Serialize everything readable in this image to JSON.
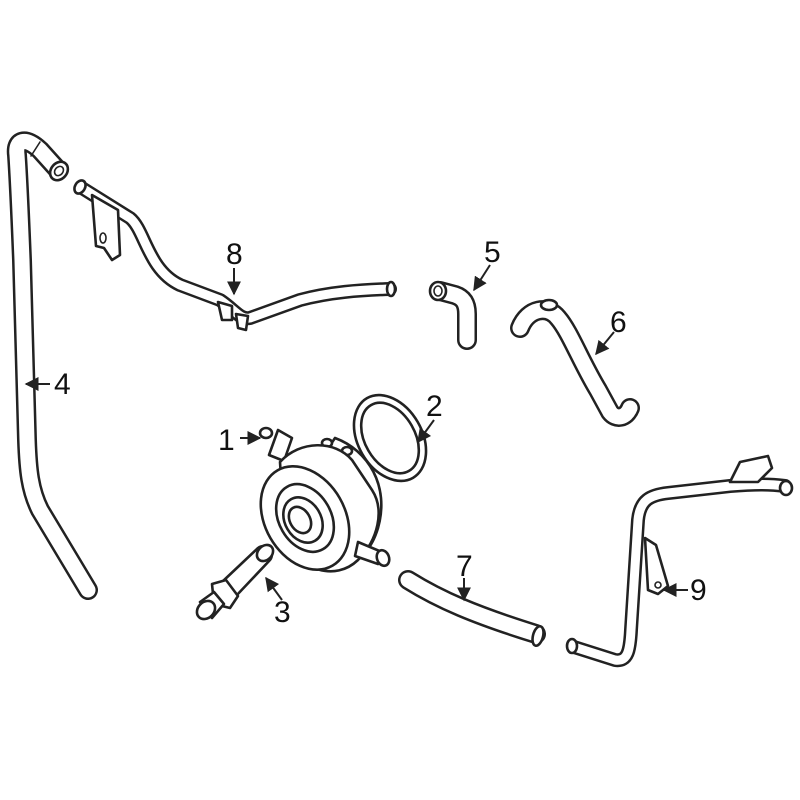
{
  "diagram": {
    "callouts": [
      {
        "id": "1",
        "label": "1"
      },
      {
        "id": "2",
        "label": "2"
      },
      {
        "id": "3",
        "label": "3"
      },
      {
        "id": "4",
        "label": "4"
      },
      {
        "id": "5",
        "label": "5"
      },
      {
        "id": "6",
        "label": "6"
      },
      {
        "id": "7",
        "label": "7"
      },
      {
        "id": "8",
        "label": "8"
      },
      {
        "id": "9",
        "label": "9"
      }
    ],
    "colors": {
      "line": "#222222",
      "background": "#ffffff"
    }
  }
}
